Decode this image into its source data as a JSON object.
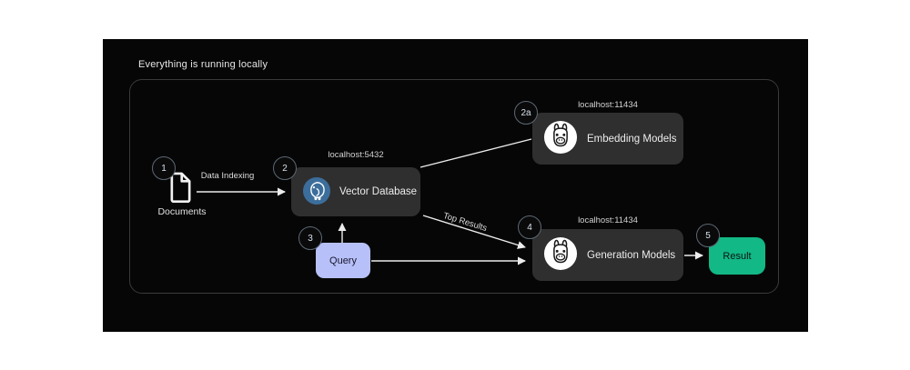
{
  "canvas": {
    "title": "Everything is running locally"
  },
  "colors": {
    "page_bg": "#ffffff",
    "canvas_bg": "#060606",
    "frame_border": "#3a3a3a",
    "box_bg": "#2f2f2f",
    "box_text": "#ececec",
    "muted_text": "#d2d2d2",
    "line": "#ececec",
    "step_border": "#5c6874",
    "step_text": "#d7e0ec",
    "query_bg": "#b7c0f8",
    "query_text": "#17172e",
    "result_bg": "#12b886",
    "result_text": "#0a1511",
    "postgres_blue": "#3c6e9b"
  },
  "nodes": {
    "documents": {
      "step": "1",
      "label": "Documents",
      "icon": "document-icon"
    },
    "vector_database": {
      "step": "2",
      "label": "Vector Database",
      "host": "localhost:5432",
      "icon": "postgresql-icon"
    },
    "embedding_models": {
      "step": "2a",
      "label": "Embedding Models",
      "host": "localhost:11434",
      "icon": "llama-icon"
    },
    "query": {
      "step": "3",
      "label": "Query"
    },
    "generation_models": {
      "step": "4",
      "label": "Generation Models",
      "host": "localhost:11434",
      "icon": "llama-icon"
    },
    "result": {
      "step": "5",
      "label": "Result"
    }
  },
  "edges": {
    "data_indexing_label": "Data Indexing",
    "top_results_label": "Top Results"
  }
}
